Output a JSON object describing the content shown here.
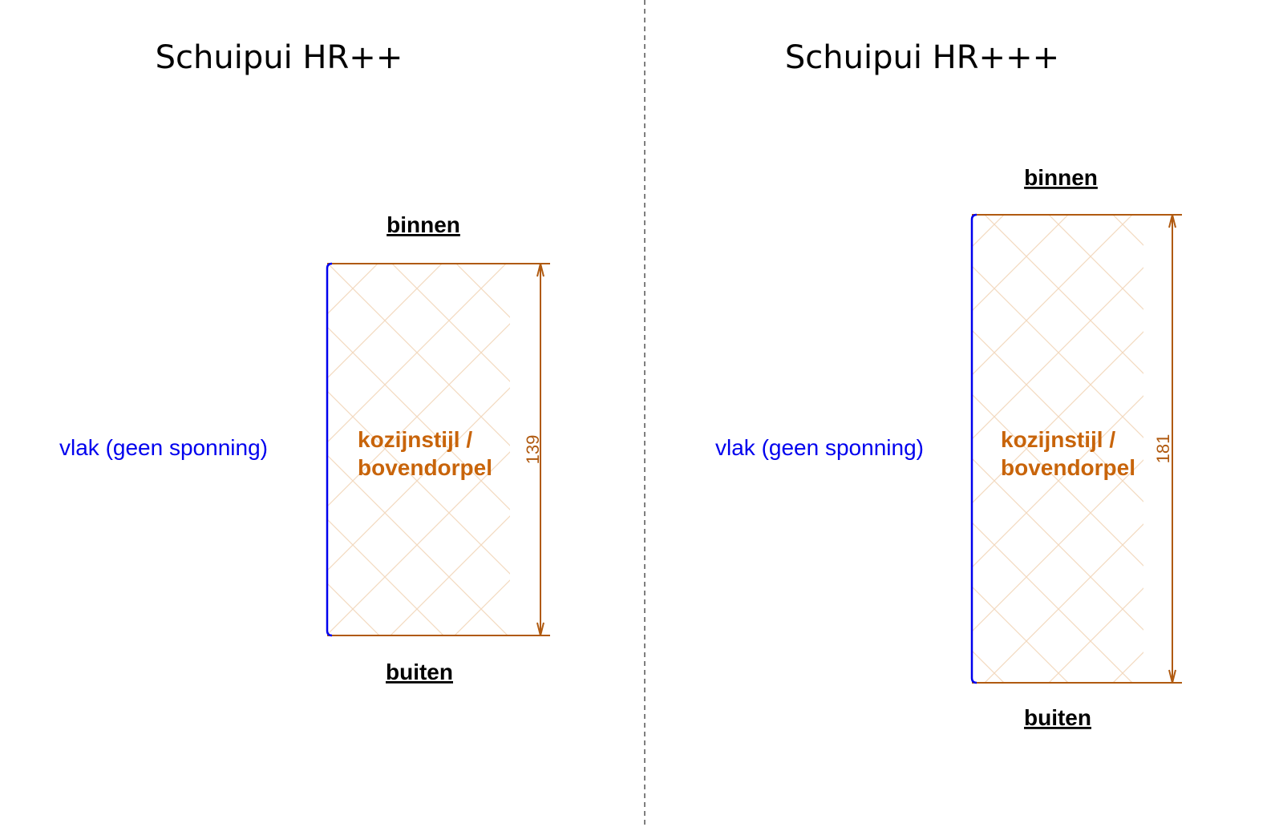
{
  "colors": {
    "face_line": "#0000ee",
    "frame": "#b05a10",
    "label_orange": "#c8640a",
    "hatch": "#f3d9bf",
    "divider": "#555555"
  },
  "panels": [
    {
      "title": "Schuipui HR++",
      "top_label": "binnen",
      "bottom_label": "buiten",
      "face_label": "vlak (geen sponning)",
      "part_label_line1": "kozijnstijl /",
      "part_label_line2": "bovendorpel",
      "dimension": "139"
    },
    {
      "title": "Schuipui HR+++",
      "top_label": "binnen",
      "bottom_label": "buiten",
      "face_label": "vlak (geen sponning)",
      "part_label_line1": "kozijnstijl /",
      "part_label_line2": "bovendorpel",
      "dimension": "181"
    }
  ]
}
